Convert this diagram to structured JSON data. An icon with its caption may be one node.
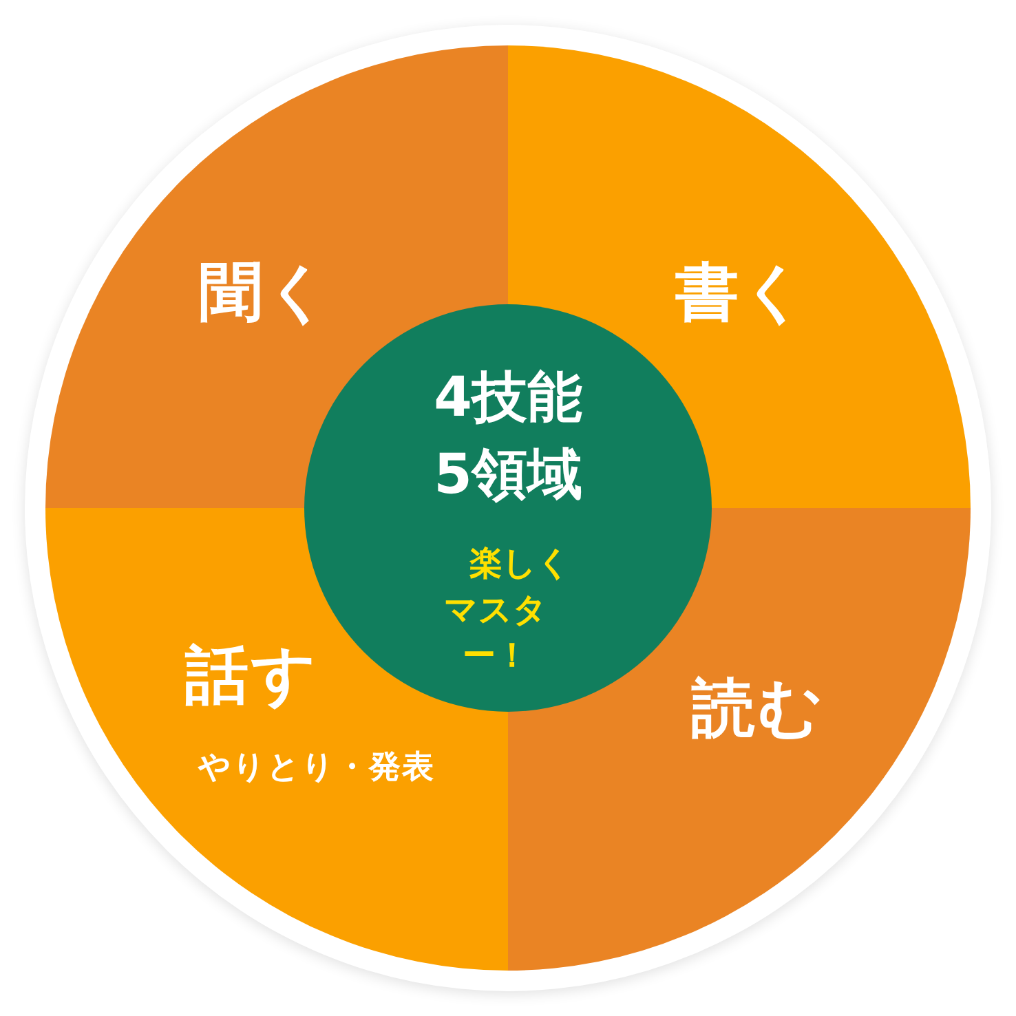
{
  "diagram": {
    "nodes": [
      {
        "text": [
          "聞く"
        ]
      },
      {
        "text": [
          "書く"
        ]
      },
      {
        "text": [
          "4技能5領域",
          "楽しくマスター！"
        ]
      },
      {
        "text": [
          "話す",
          "やりとり・発表"
        ]
      },
      {
        "text": [
          "読む"
        ]
      }
    ],
    "edges": []
  }
}
